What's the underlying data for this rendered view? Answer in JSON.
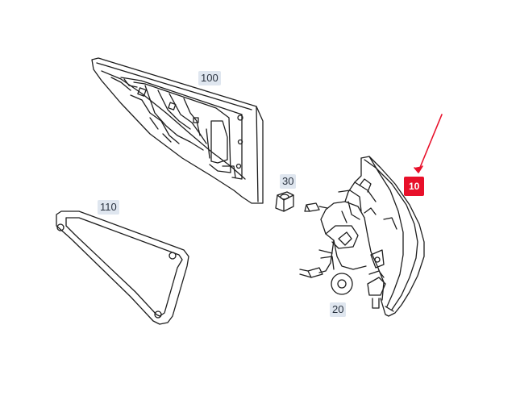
{
  "diagram": {
    "callouts": {
      "part_100": "100",
      "part_110": "110",
      "part_30": "30",
      "part_20": "20",
      "part_10": "10"
    },
    "colors": {
      "line": "#1e1e1e",
      "label_bg": "#dfe6ef",
      "highlight_bg": "#e8102a",
      "highlight_text": "#ffffff",
      "arrow": "#e8102a"
    }
  }
}
